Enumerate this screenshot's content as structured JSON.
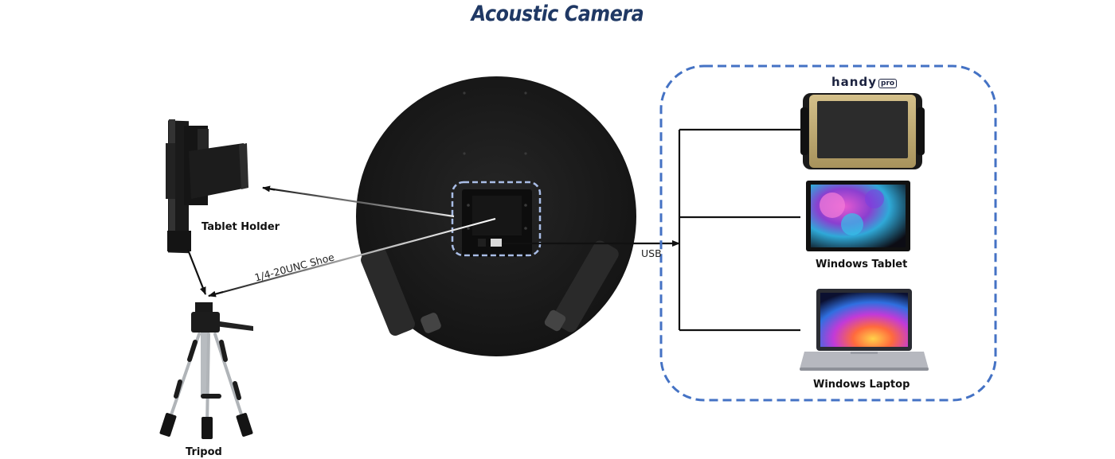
{
  "title": "Acoustic Camera",
  "labels": {
    "tablet_holder": "Tablet Holder",
    "tripod": "Tripod",
    "shoe": "1/4-20UNC Shoe",
    "usb": "USB",
    "handy_brand": "handy",
    "handy_pro": "pro",
    "windows_tablet": "Windows Tablet",
    "windows_laptop": "Windows Laptop"
  },
  "colors": {
    "title": "#1f3864",
    "dashed_border": "#4472c4",
    "camera_body": "#1b1b1b",
    "arrow": "#111111"
  }
}
